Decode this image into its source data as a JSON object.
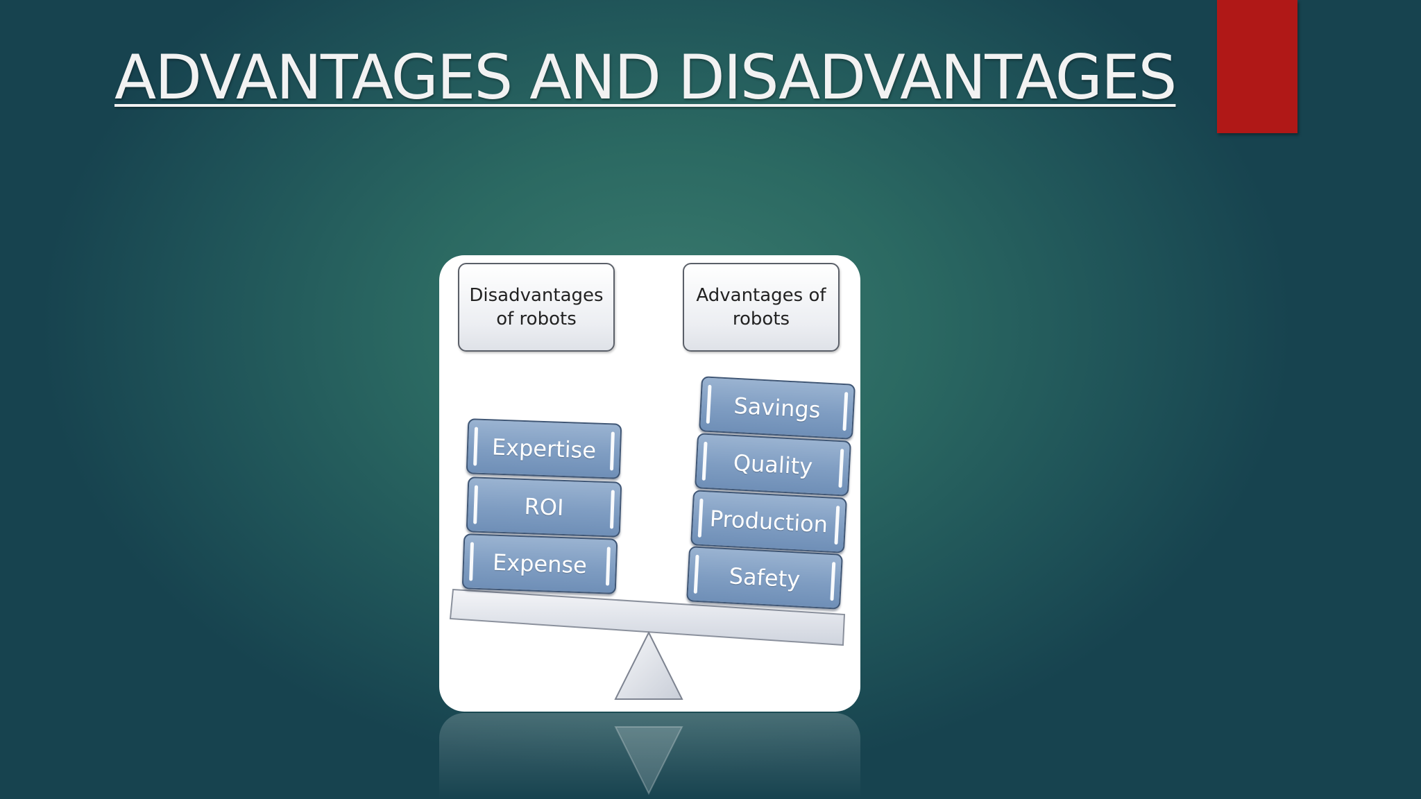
{
  "slide": {
    "title": "ADVANTAGES AND DISADVANTAGES"
  },
  "diagram": {
    "left_header": [
      "Disadvantages",
      "of robots"
    ],
    "right_header": [
      "Advantages of",
      "robots"
    ],
    "left_items": [
      "Expertise",
      "ROI",
      "Expense"
    ],
    "right_items": [
      "Savings",
      "Quality",
      "Production",
      "Safety"
    ]
  },
  "colors": {
    "accent_red": "#b01817",
    "block_blue": "#7f9dc2",
    "background_teal": "#2b6962"
  }
}
